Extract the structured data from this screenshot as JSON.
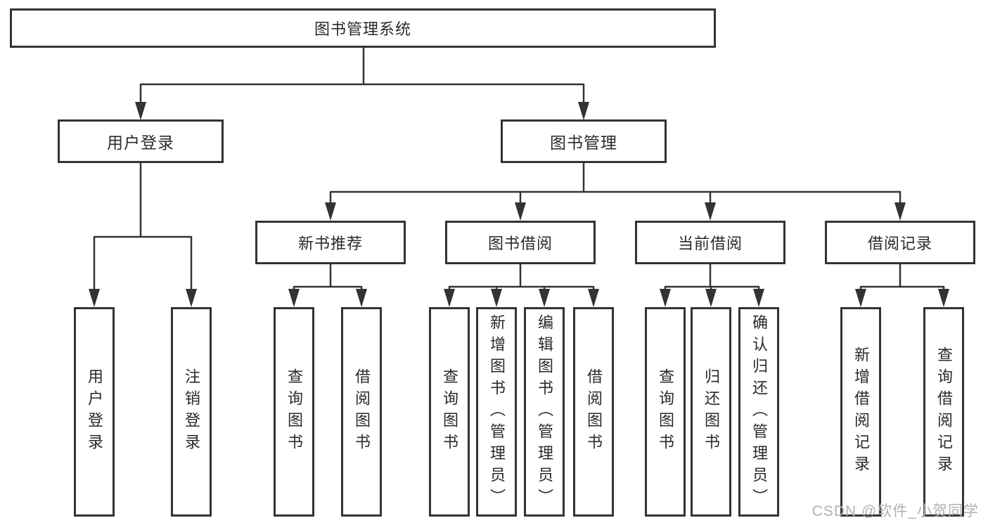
{
  "tree": {
    "label": "图书管理系统",
    "children": [
      {
        "label": "用户登录",
        "children": [
          {
            "label": "用户登录"
          },
          {
            "label": "注销登录"
          }
        ]
      },
      {
        "label": "图书管理",
        "children": [
          {
            "label": "新书推荐",
            "children": [
              {
                "label": "查询图书"
              },
              {
                "label": "借阅图书"
              }
            ]
          },
          {
            "label": "图书借阅",
            "children": [
              {
                "label": "查询图书"
              },
              {
                "label": "新增图书（管理员）"
              },
              {
                "label": "编辑图书（管理员）"
              },
              {
                "label": "借阅图书"
              }
            ]
          },
          {
            "label": "当前借阅",
            "children": [
              {
                "label": "查询图书"
              },
              {
                "label": "归还图书"
              },
              {
                "label": "确认归还（管理员）"
              }
            ]
          },
          {
            "label": "借阅记录",
            "children": [
              {
                "label": "新增借阅记录"
              },
              {
                "label": "查询借阅记录"
              }
            ]
          }
        ]
      }
    ]
  },
  "watermark": {
    "text": "CSDN @软件_小贺同学"
  },
  "colors": {
    "line": "#333333",
    "text": "#2a2a2a",
    "background": "#ffffff",
    "watermark": "#b4b0b0"
  }
}
